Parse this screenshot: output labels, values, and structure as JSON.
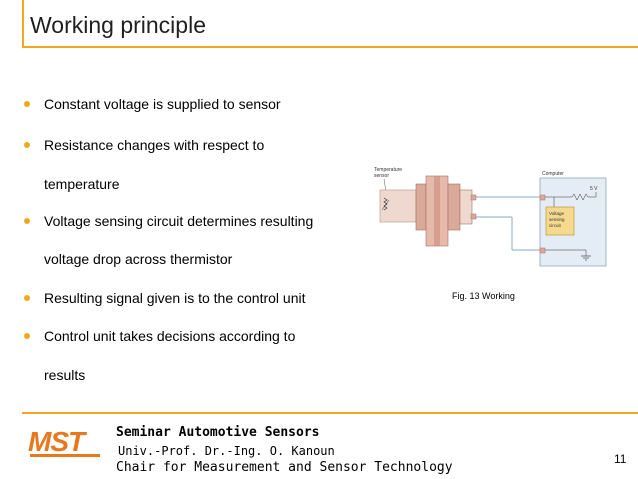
{
  "slide": {
    "title": "Working principle"
  },
  "bullets": [
    {
      "lines": [
        "Constant voltage is supplied to sensor"
      ]
    },
    {
      "lines": [
        "Resistance changes with respect to",
        "temperature"
      ]
    },
    {
      "lines": [
        "Voltage sensing circuit determines resulting",
        "voltage drop across thermistor"
      ]
    },
    {
      "lines": [
        "Resulting signal given is to the control unit"
      ]
    },
    {
      "lines": [
        "Control unit takes decisions according to",
        "results"
      ]
    }
  ],
  "figure": {
    "sensor_label_1": "Temperature",
    "sensor_label_2": "sensor",
    "computer_label": "Computer",
    "voltage_label": "5 V",
    "circuit_label_1": "Voltage",
    "circuit_label_2": "sensing",
    "circuit_label_3": "circuit",
    "caption": "Fig. 13 Working"
  },
  "footer": {
    "logo_text": "MST",
    "line1": "Seminar Automotive Sensors",
    "line2": "Univ.-Prof. Dr.-Ing. O. Kanoun",
    "line3": "Chair for Measurement and Sensor Technology",
    "page_number": "11"
  },
  "colors": {
    "accent": "#f0a91f",
    "logo_orange": "#e8781e"
  }
}
